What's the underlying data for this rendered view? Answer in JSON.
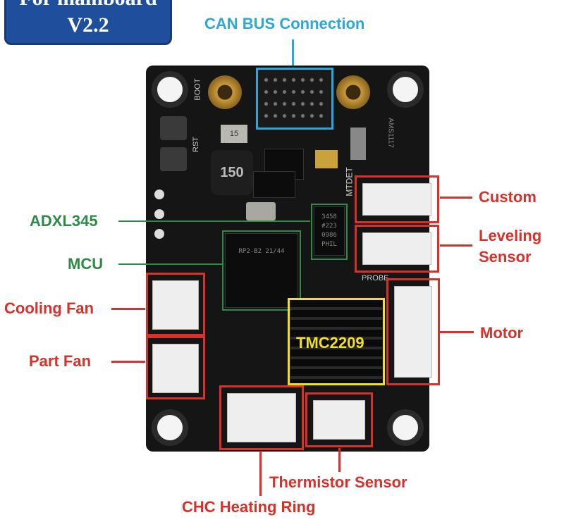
{
  "badge": {
    "line1": "For mainboard",
    "line2": "V2.2"
  },
  "labels": {
    "can_bus": "CAN BUS Connection",
    "adxl": "ADXL345",
    "mcu": "MCU",
    "cooling_fan": "Cooling Fan",
    "part_fan": "Part Fan",
    "custom": "Custom",
    "leveling_1": "Leveling",
    "leveling_2": "Sensor",
    "motor": "Motor",
    "thermistor": "Thermistor Sensor",
    "chc": "CHC Heating Ring",
    "tmc": "TMC2209"
  },
  "board_text": {
    "boot": "BOOT",
    "rst": "RST",
    "mtdet": "MTDET",
    "probe": "PROBE",
    "inductor": "150",
    "cap": "15",
    "mcu_chip": "RP2-B2  21/44",
    "adxl_chip": "3458 #223 0986 PHIL",
    "reg": "AMS1117"
  },
  "colors": {
    "red": "#d9302a",
    "green": "#2e8b45",
    "blue": "#2aa8dc",
    "yellow": "#f0e020",
    "badge": "#1f4f9c"
  }
}
